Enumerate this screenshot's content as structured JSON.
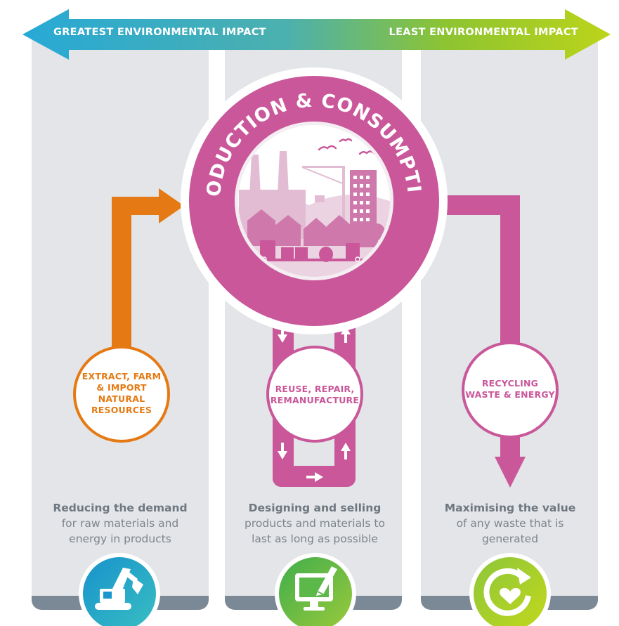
{
  "header": {
    "left_label": "GREATEST ENVIRONMENTAL IMPACT",
    "right_label": "LEAST ENVIRONMENTAL IMPACT"
  },
  "center": {
    "ring_title": "PRODUCTION & CONSUMPTION"
  },
  "stages": {
    "extract": [
      "EXTRACT, FARM",
      "& IMPORT",
      "NATURAL",
      "RESOURCES"
    ],
    "reuse": [
      "REUSE, REPAIR,",
      "REMANUFACTURE"
    ],
    "recycling": [
      "RECYCLING",
      "WASTE & ENERGY"
    ]
  },
  "captions": {
    "left": {
      "title": "Reducing the demand",
      "body": [
        "for raw materials and",
        "energy in products"
      ]
    },
    "middle": {
      "title": "Designing and selling",
      "body": [
        "products and materials to",
        "last as long as possible"
      ]
    },
    "right": {
      "title": "Maximising the value",
      "body": [
        "of any waste that is",
        "generated"
      ]
    }
  },
  "icons": {
    "left": "excavator-icon",
    "middle": "computer-design-icon",
    "right": "recycle-heart-icon"
  },
  "colors": {
    "orange": "#e57a14",
    "magenta": "#c9579a",
    "blue": "#27a9d6",
    "lime": "#a8cf1c",
    "green": "#58b446",
    "panel": "#e3e5e8",
    "panel_base": "#7b8895"
  }
}
